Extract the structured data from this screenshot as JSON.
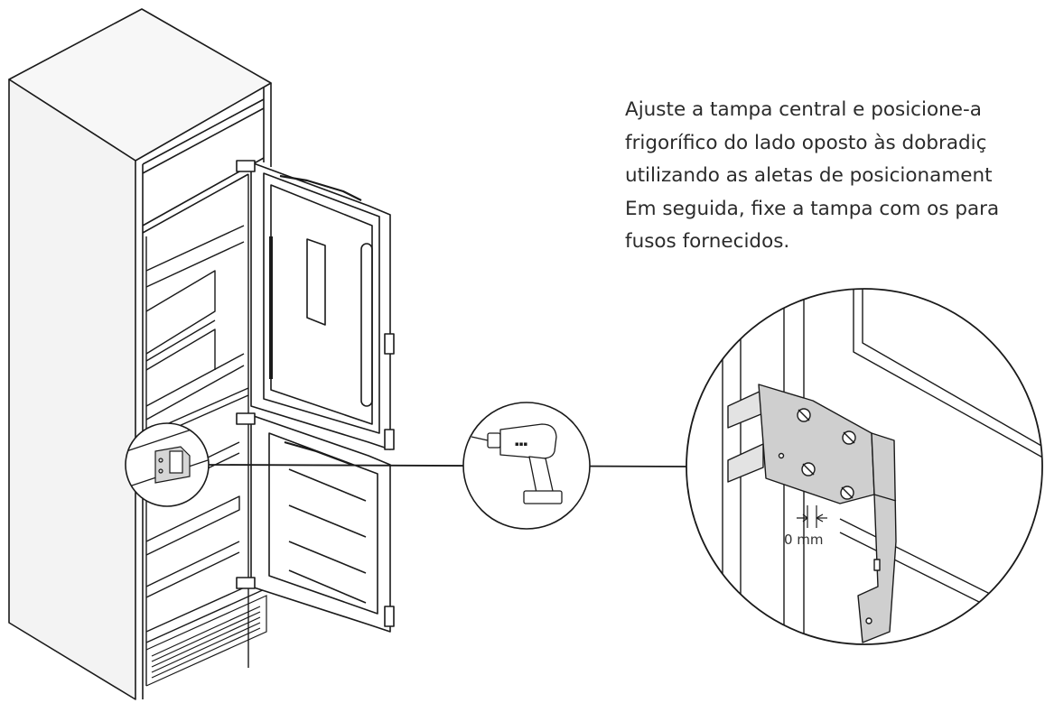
{
  "instruction": {
    "lines": [
      "Ajuste a tampa central e posicione-a",
      "frigorífico do lado oposto às dobradiç",
      "utilizando as aletas de posicionament",
      "Em seguida, fixe a tampa com os para",
      "fusos fornecidos."
    ]
  },
  "detail": {
    "gap_label": "0 mm"
  },
  "icons": {
    "tool": "power-drill-icon"
  },
  "colors": {
    "line": "#1a1a1a",
    "cabinet_fill": "#f4f4f4",
    "bracket_fill": "#cfcfcf",
    "text": "#2b2b2b"
  }
}
